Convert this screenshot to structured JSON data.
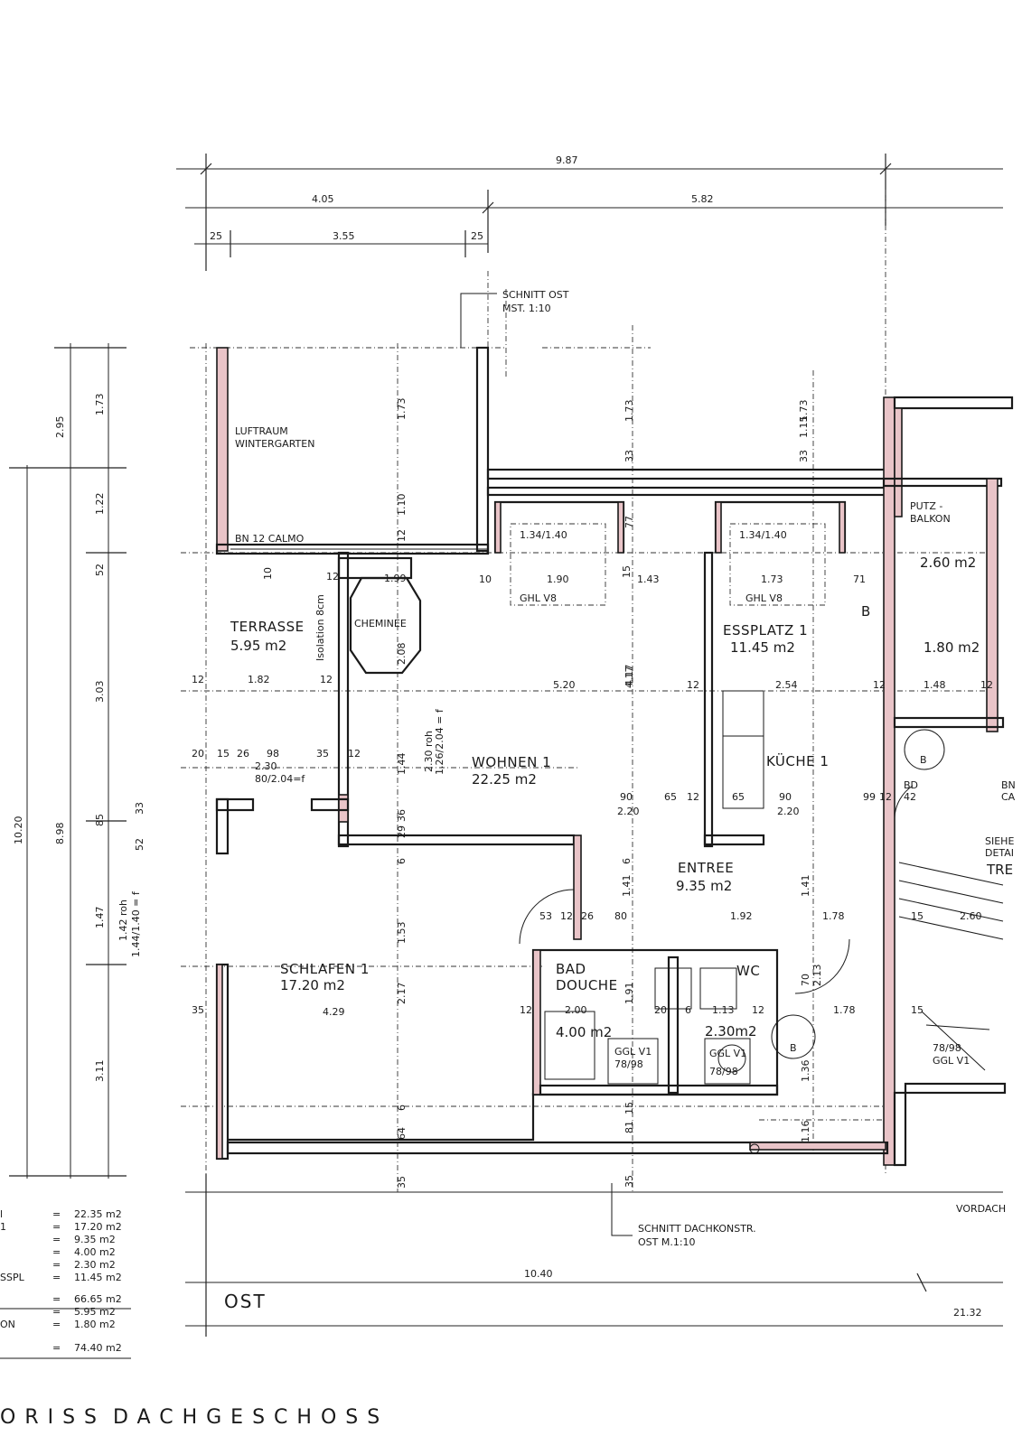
{
  "plan": {
    "title": "DACHGESCHOSS",
    "title_prefix": "ORISS",
    "view_label": "OST",
    "top_dims": {
      "overall": "9.87",
      "left": "4.05",
      "right": "5.82",
      "w25a": "25",
      "w355": "3.55",
      "w25b": "25"
    },
    "left_dims": {
      "d295": "2.95",
      "d173": "1.73",
      "d122": "1.22",
      "d52": "52",
      "d303": "3.03",
      "d1020": "10.20",
      "d898": "8.98",
      "d85": "85",
      "d52b": "52",
      "d33": "33",
      "d147": "1.47",
      "d142": "1.42 roh",
      "d144": "1.44/1.40 = f",
      "d311": "3.11"
    },
    "bottom_dims": {
      "d1040": "10.40",
      "d2132": "21.32"
    },
    "annotations": {
      "schnitt_ost": "SCHNITT  OST",
      "schnitt_ost_scale": "MST.  1:10",
      "schnitt_dach": "SCHNITT  DACHKONSTR.",
      "schnitt_dach_scale": "OST    M.1:10",
      "bn12_calmo": "BN 12  CALMO",
      "isolation": "Isolation 8cm",
      "cheminee": "CHEMINEE",
      "ghl_v8_a": "GHL  V8",
      "ghl_v8_b": "GHL  V8",
      "win_a": "1.34/1.40",
      "win_b": "1.34/1.40",
      "ggl_a": "GGL V1",
      "ggl_a2": "78/98",
      "ggl_b": "GGL V1",
      "ggl_b2": "78/98",
      "ggl_c": "78/98",
      "ggl_c2": "GGL V1",
      "vordach": "VORDACH",
      "siehe": "SIEHE",
      "detail": "DETAI",
      "tre": "TRE",
      "bn_ca": "BN",
      "bn_ca2": "CA",
      "b_label": "B",
      "bd": "BD",
      "bd42": "42"
    },
    "rooms": {
      "luftraum": "LUFTRAUM",
      "wintergarten": "WINTERGARTEN",
      "terrasse": "TERRASSE",
      "terrasse_area": "5.95  m2",
      "wohnen": "WOHNEN 1",
      "wohnen_area": "22.25  m2",
      "essplatz": "ESSPLATZ  1",
      "essplatz_area": "11.45  m2",
      "kueche": "KÜCHE  1",
      "entree": "ENTREE",
      "entree_area": "9.35  m2",
      "schlafen": "SCHLAFEN 1",
      "schlafen_area": "17.20  m2",
      "bad": "BAD",
      "douche": "DOUCHE",
      "bad_area": "4.00 m2",
      "wc": "WC",
      "wc_area": "2.30m2",
      "putz": "PUTZ -",
      "balkon": "BALKON",
      "balkon_area": "2.60  m2",
      "balkon2_area": "1.80 m2"
    },
    "inner_dims": [
      "1.90",
      "1.43",
      "1.73",
      "71",
      "10",
      "15",
      "5.20",
      "4.17",
      "12",
      "2.54",
      "12",
      "1.48",
      "12",
      "1.82",
      "12",
      "12",
      "20",
      "15",
      "26",
      "98",
      "35",
      "12",
      "2.30",
      "80/2.04=f",
      "1.44",
      "2.30 roh",
      "1.26/2.04 = f",
      "90",
      "65",
      "12",
      "65",
      "90",
      "99",
      "12",
      "2.20",
      "2.20",
      "29",
      "36",
      "6",
      "6",
      "1.41",
      "1.41",
      "53",
      "12",
      "26",
      "80",
      "1.92",
      "1.78",
      "15",
      "2.60",
      "12",
      "2.00",
      "20",
      "6",
      "1.13",
      "12",
      "1.78",
      "15",
      "1.53",
      "2.17",
      "4.29",
      "35",
      "6",
      "64",
      "81",
      "15",
      "1.91",
      "70",
      "2.13",
      "1.36",
      "1.16",
      "77",
      "33",
      "33",
      "1.15",
      "1.10",
      "12",
      "1.73",
      "1.73",
      "1.73",
      "4.17",
      "35",
      "35",
      "2.08",
      "1.99",
      "10",
      "12"
    ],
    "schedule": [
      {
        "label": "l",
        "eq": "=",
        "value": "22.35  m2"
      },
      {
        "label": "1",
        "eq": "=",
        "value": "17.20  m2"
      },
      {
        "label": "",
        "eq": "=",
        "value": "9.35  m2"
      },
      {
        "label": "",
        "eq": "=",
        "value": "4.00  m2"
      },
      {
        "label": "",
        "eq": "=",
        "value": "2.30  m2"
      },
      {
        "label": "SSPL",
        "eq": "=",
        "value": "11.45  m2"
      },
      {
        "label": "",
        "eq": "=",
        "value": "66.65  m2"
      },
      {
        "label": "",
        "eq": "=",
        "value": "5.95  m2"
      },
      {
        "label": "ON",
        "eq": "=",
        "value": "1.80  m2"
      },
      {
        "label": "",
        "eq": "=",
        "value": "74.40  m2"
      }
    ],
    "colors": {
      "wall_fill": "#e9c4c8",
      "ink": "#1a1a1a"
    }
  }
}
